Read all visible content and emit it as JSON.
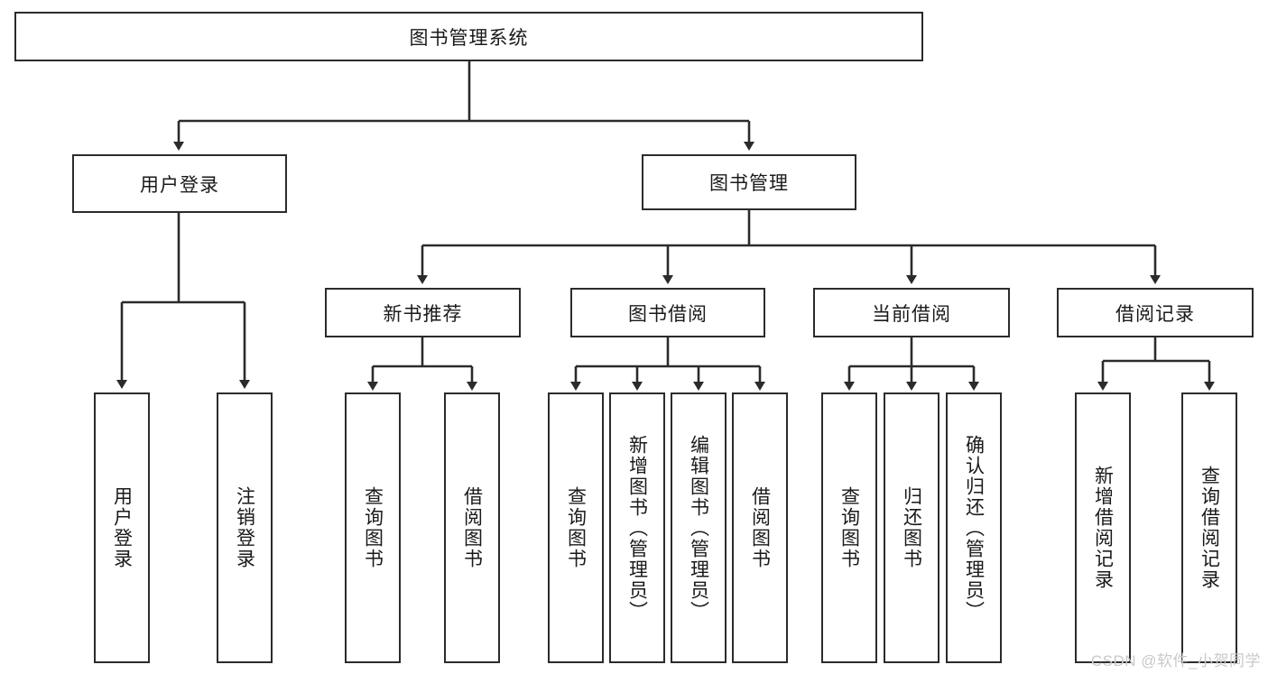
{
  "diagram": {
    "title": "图书管理系统",
    "type": "tree",
    "watermark": "CSDN @软件_小贺同学",
    "colors": {
      "stroke": "#2b2b2b",
      "fill": "#ffffff",
      "text": "#1a1a1a",
      "watermark": "#c9c9c9"
    },
    "levels": {
      "root": {
        "label": "图书管理系统"
      },
      "level2": [
        {
          "label": "用户登录"
        },
        {
          "label": "图书管理"
        }
      ],
      "level3": [
        {
          "label": "新书推荐"
        },
        {
          "label": "图书借阅"
        },
        {
          "label": "当前借阅"
        },
        {
          "label": "借阅记录"
        }
      ],
      "leaves": {
        "user_login": [
          {
            "label": "用户登录"
          },
          {
            "label": "注销登录"
          }
        ],
        "new_book": [
          {
            "label": "查询图书"
          },
          {
            "label": "借阅图书"
          }
        ],
        "book_borrow": [
          {
            "label": "查询图书"
          },
          {
            "label": "新增图书（管理员）"
          },
          {
            "label": "编辑图书（管理员）"
          },
          {
            "label": "借阅图书"
          }
        ],
        "current_borrow": [
          {
            "label": "查询图书"
          },
          {
            "label": "归还图书"
          },
          {
            "label": "确认归还（管理员）"
          }
        ],
        "borrow_record": [
          {
            "label": "新增借阅记录"
          },
          {
            "label": "查询借阅记录"
          }
        ]
      }
    }
  }
}
